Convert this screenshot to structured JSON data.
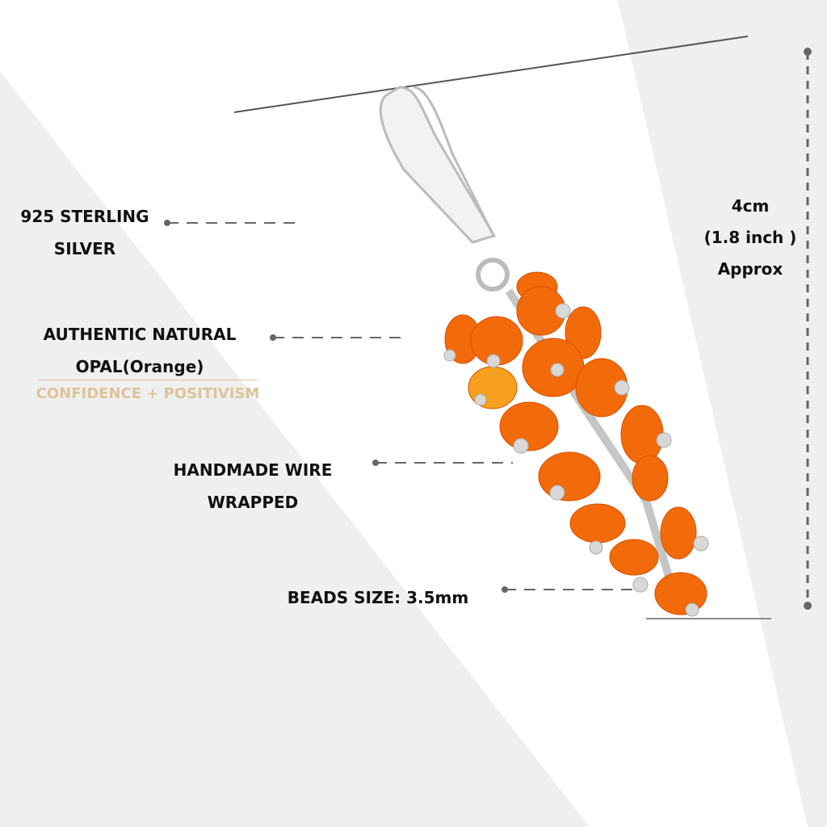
{
  "labels": {
    "material": [
      "925 STERLING",
      "SILVER"
    ],
    "stone": [
      "AUTHENTIC NATURAL",
      "OPAL(Orange)"
    ],
    "stone_tagline": "CONFIDENCE + POSITIVISM",
    "wire": [
      "HANDMADE WIRE",
      "WRAPPED"
    ],
    "beads": "BEADS SIZE: 3.5mm"
  },
  "dimension": [
    "4cm",
    "(1.8 inch )",
    "Approx"
  ],
  "colors": {
    "background_gray": "#efefef",
    "text": "#111111",
    "tagline": "#dcc39a",
    "leader": "#666666",
    "opal": "#f26a0a"
  }
}
